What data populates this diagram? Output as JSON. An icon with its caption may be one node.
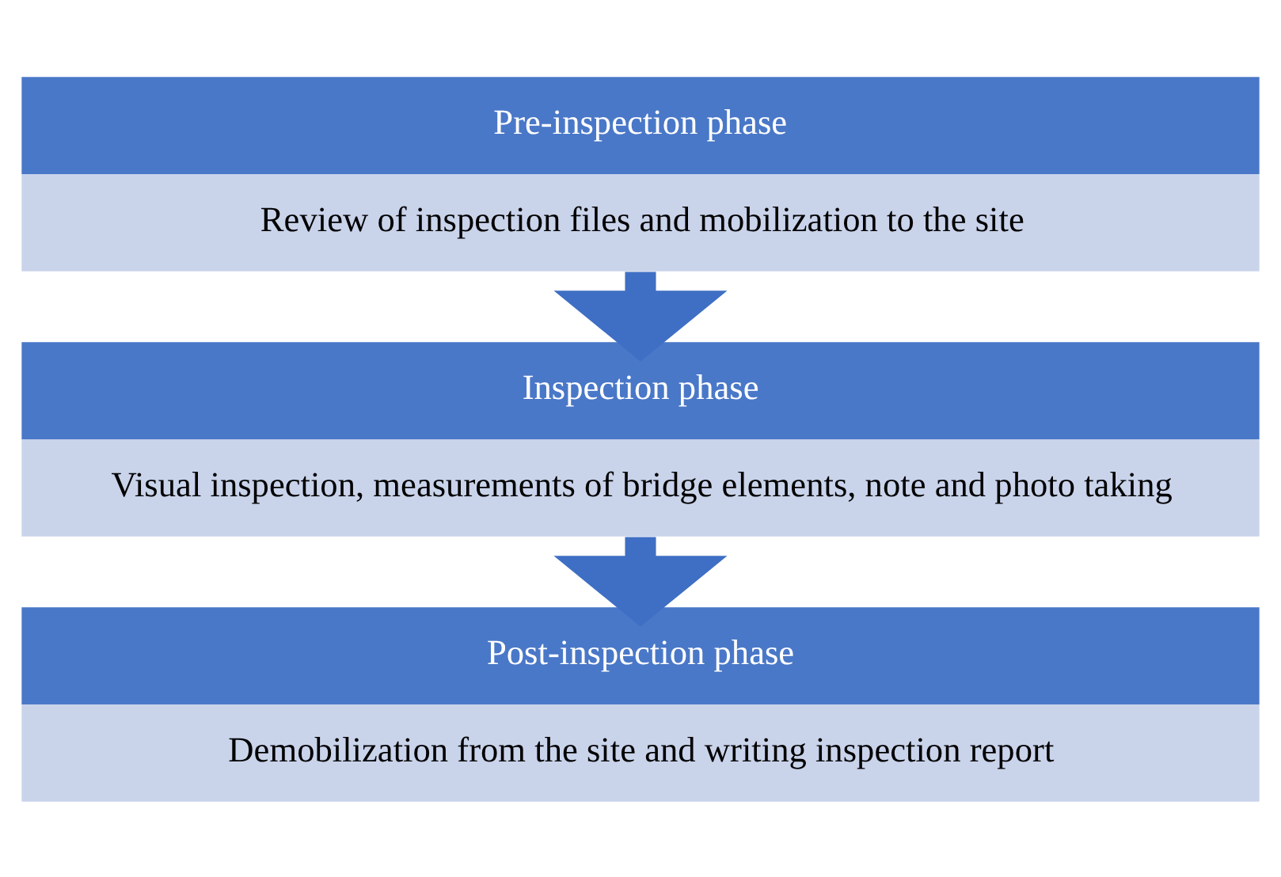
{
  "diagram": {
    "nodes": [
      {
        "text": [
          "Pre-inspection phase",
          "Review of inspection files and mobilization to the site"
        ]
      },
      {
        "text": [
          "Inspection phase",
          "Visual inspection, measurements of bridge elements, note and photo taking"
        ]
      },
      {
        "text": [
          "Post-inspection phase",
          "Demobilization from the site and writing inspection report"
        ]
      }
    ],
    "edges": [
      {
        "from": 0,
        "to": 1,
        "arrow": "to"
      },
      {
        "from": 1,
        "to": 2,
        "arrow": "to"
      }
    ]
  }
}
